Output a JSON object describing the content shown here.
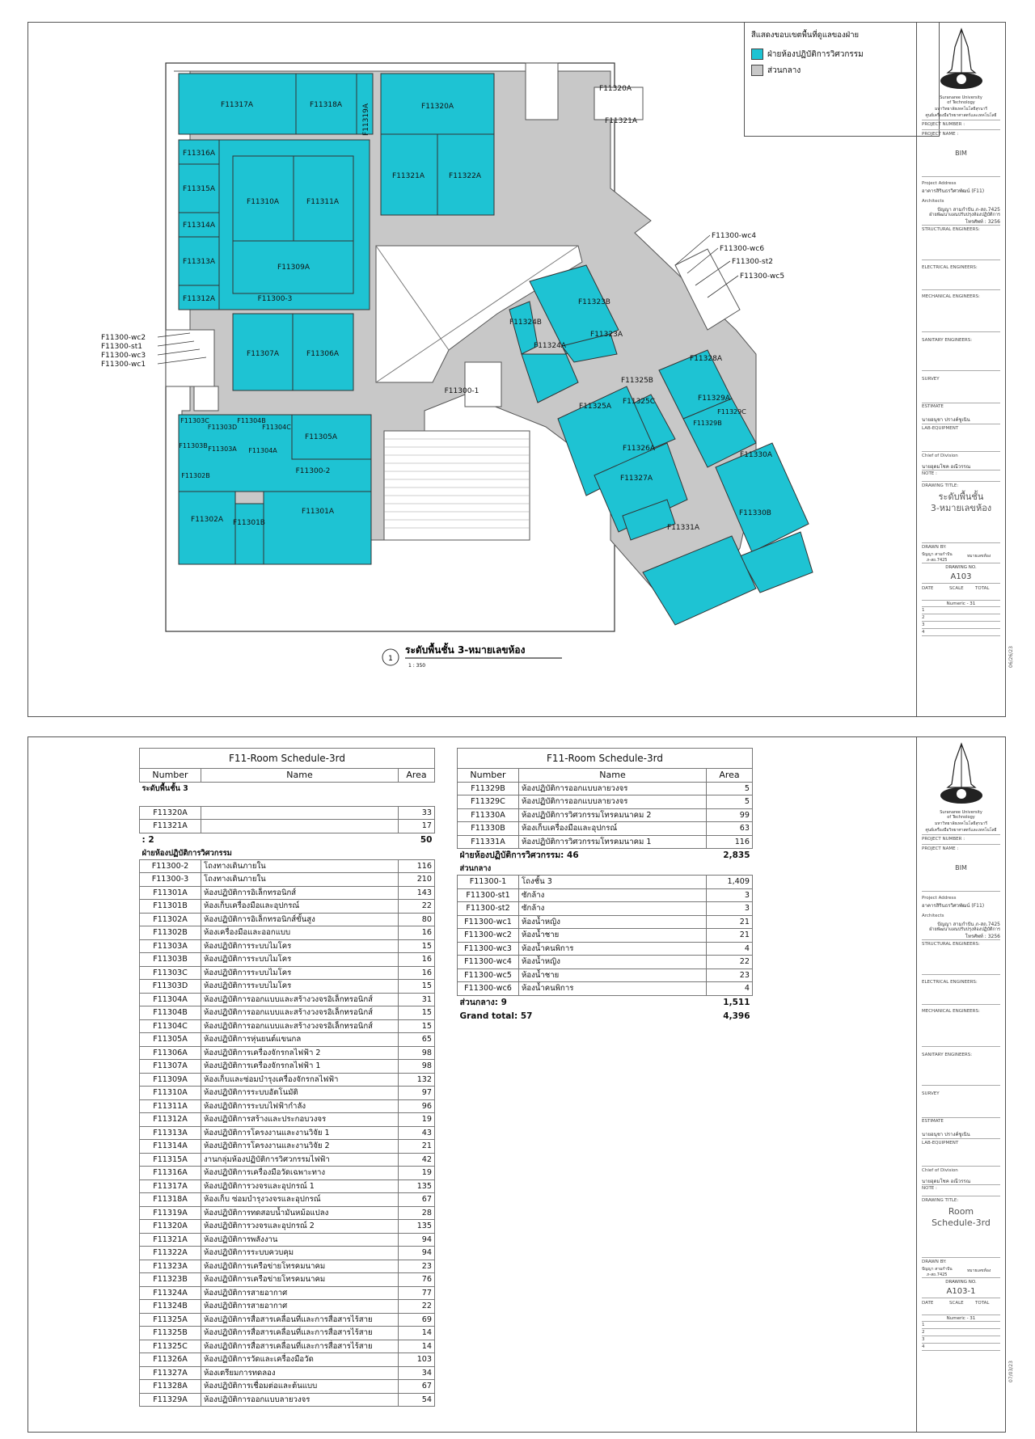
{
  "colors": {
    "engineering": "#1ec3d3",
    "common": "#c8c8c8",
    "line": "#333333"
  },
  "legend": {
    "title": "สีแสดงขอบเขตพื้นที่ดูแลของฝ่าย",
    "items": [
      "ฝ่ายห้องปฏิบัติการวิศวกรรม",
      "ส่วนกลาง"
    ]
  },
  "plan": {
    "rooms": [
      "F11317A",
      "F11318A",
      "F11319A",
      "F11320A",
      "F11320A",
      "F11321A",
      "F11316A",
      "F11315A",
      "F11310A",
      "F11311A",
      "F11321A",
      "F11322A",
      "F11314A",
      "F11313A",
      "F11309A",
      "F11312A",
      "F11300-3",
      "F11307A",
      "F11306A",
      "F11324B",
      "F11323B",
      "F11323A",
      "F11324A",
      "F11328A",
      "F11325B",
      "F11325C",
      "F11325A",
      "F11329A",
      "F11329C",
      "F11329B",
      "F11300-1",
      "F11303C",
      "F11303D",
      "F11304B",
      "F11304C",
      "F11305A",
      "F11303B",
      "F11303A",
      "F11304A",
      "F11300-2",
      "F11302B",
      "F11326A",
      "F11330A",
      "F11327A",
      "F11302A",
      "F11301B",
      "F11301A",
      "F11330B",
      "F11331A"
    ],
    "callouts_left": [
      "F11300-wc2",
      "F11300-st1",
      "F11300-wc3",
      "F11300-wc1"
    ],
    "callouts_right": [
      "F11300-wc4",
      "F11300-wc6",
      "F11300-st2",
      "F11300-wc5"
    ],
    "view_number": "1",
    "view_title": "ระดับพื้นชั้น 3-หมายเลขห้อง",
    "view_scale": "1 : 350"
  },
  "titleblock": {
    "org_line1": "Suranaree University",
    "org_line2": "of Technology",
    "org_thai1": "มหาวิทยาลัยเทคโนโลยีสุรนารี",
    "org_thai2": "ศูนย์เครื่องมือวิทยาศาสตร์และเทคโนโลยี",
    "project_number_label": "PROJECT NUMBER :",
    "project_name_label": "PROJECT NAME :",
    "project_name": "BIM",
    "address_label": "Project Address",
    "address": "อาคารสิรินธรวิศวพัฒน์ (F11)",
    "architects_label": "Architects",
    "architects": "ปัญญา สามกำปัน ภ-สถ.7425",
    "architects2": "ฝ่ายพัฒนาแผนปรับปรุงห้องปฏิบัติการ",
    "architects3": "โทรศัพท์ : 3256",
    "structural_label": "STRUCTURAL ENGINEERS:",
    "electrical_label": "ELECTRICAL ENGINEERS:",
    "mechanical_label": "MECHANICAL ENGINEERS:",
    "sanitary_label": "SANITARY ENGINEERS:",
    "survey_label": "SURVEY",
    "estimate_label": "ESTIMATE",
    "estimate": "นายอนุชา ปรางค์ชูเนิน",
    "lab_label": "LAB-EQUIPMENT",
    "chief_label": "Chief of Division",
    "chief": "นายอุดมโชค อณีวรรณ",
    "note_label": "NOTE :",
    "drawing_title_label": "DRAWING TITLE:",
    "drawn_by_label": "DRAWN BY:",
    "drawn_by": "ปัญญา สามกำปัน",
    "drawn_by2": "ภ-สถ.7425",
    "revision": "หมายเลขห้อง",
    "drawing_no_label": "DRAWING NO.",
    "date_label": "DATE",
    "scale_label": "SCALE",
    "total_label": "TOTAL",
    "numeric": "Numeric - 31",
    "rows": [
      "1",
      "2",
      "3",
      "4"
    ]
  },
  "sheet1": {
    "drawing_title1": "ระดับพื้นชั้น",
    "drawing_title2": "3-หมายเลขห้อง",
    "drawing_no": "A103",
    "date": "06/26/23"
  },
  "sheet2": {
    "drawing_title1": "Room",
    "drawing_title2": "Schedule-3rd",
    "drawing_no": "A103-1",
    "date": "07/03/23"
  },
  "schedule": {
    "title": "F11-Room Schedule-3rd",
    "headers": [
      "Number",
      "Name",
      "Area"
    ],
    "left": [
      {
        "t": "grp",
        "v": "ระดับพื้นชั้น 3"
      },
      {
        "t": "blank"
      },
      {
        "t": "row",
        "n": "F11320A",
        "name": "",
        "a": "33"
      },
      {
        "t": "row",
        "n": "F11321A",
        "name": "",
        "a": "17"
      },
      {
        "t": "sum",
        "l": ": 2",
        "a": "50"
      },
      {
        "t": "grp",
        "v": "ฝ่ายห้องปฏิบัติการวิศวกรรม"
      },
      {
        "t": "row",
        "n": "F11300-2",
        "name": "โถงทางเดินภายใน",
        "a": "116"
      },
      {
        "t": "row",
        "n": "F11300-3",
        "name": "โถงทางเดินภายใน",
        "a": "210"
      },
      {
        "t": "row",
        "n": "F11301A",
        "name": "ห้องปฏิบัติการอิเล็กทรอนิกส์",
        "a": "143"
      },
      {
        "t": "row",
        "n": "F11301B",
        "name": "ห้องเก็บเครื่องมือและอุปกรณ์",
        "a": "22"
      },
      {
        "t": "row",
        "n": "F11302A",
        "name": "ห้องปฏิบัติการอิเล็กทรอนิกส์ขั้นสูง",
        "a": "80"
      },
      {
        "t": "row",
        "n": "F11302B",
        "name": "ห้องเครื่องมือและออกแบบ",
        "a": "16"
      },
      {
        "t": "row",
        "n": "F11303A",
        "name": "ห้องปฏิบัติการระบบไมโคร",
        "a": "15"
      },
      {
        "t": "row",
        "n": "F11303B",
        "name": "ห้องปฏิบัติการระบบไมโคร",
        "a": "16"
      },
      {
        "t": "row",
        "n": "F11303C",
        "name": "ห้องปฏิบัติการระบบไมโคร",
        "a": "16"
      },
      {
        "t": "row",
        "n": "F11303D",
        "name": "ห้องปฏิบัติการระบบไมโคร",
        "a": "15"
      },
      {
        "t": "row",
        "n": "F11304A",
        "name": "ห้องปฏิบัติการออกแบบและสร้างวงจรอิเล็กทรอนิกส์",
        "a": "31"
      },
      {
        "t": "row",
        "n": "F11304B",
        "name": "ห้องปฏิบัติการออกแบบและสร้างวงจรอิเล็กทรอนิกส์",
        "a": "15"
      },
      {
        "t": "row",
        "n": "F11304C",
        "name": "ห้องปฏิบัติการออกแบบและสร้างวงจรอิเล็กทรอนิกส์",
        "a": "15"
      },
      {
        "t": "row",
        "n": "F11305A",
        "name": "ห้องปฏิบัติการหุ่นยนต์แขนกล",
        "a": "65"
      },
      {
        "t": "row",
        "n": "F11306A",
        "name": "ห้องปฏิบัติการเครื่องจักรกลไฟฟ้า 2",
        "a": "98"
      },
      {
        "t": "row",
        "n": "F11307A",
        "name": "ห้องปฏิบัติการเครื่องจักรกลไฟฟ้า 1",
        "a": "98"
      },
      {
        "t": "row",
        "n": "F11309A",
        "name": "ห้องเก็บและซ่อมบำรุงเครื่องจักรกลไฟฟ้า",
        "a": "132"
      },
      {
        "t": "row",
        "n": "F11310A",
        "name": "ห้องปฏิบัติการระบบอัตโนมัติ",
        "a": "97"
      },
      {
        "t": "row",
        "n": "F11311A",
        "name": "ห้องปฏิบัติการระบบไฟฟ้ากำลัง",
        "a": "96"
      },
      {
        "t": "row",
        "n": "F11312A",
        "name": "ห้องปฏิบัติการสร้างและประกอบวงจร",
        "a": "19"
      },
      {
        "t": "row",
        "n": "F11313A",
        "name": "ห้องปฏิบัติการโครงงานและงานวิจัย 1",
        "a": "43"
      },
      {
        "t": "row",
        "n": "F11314A",
        "name": "ห้องปฏิบัติการโครงงานและงานวิจัย 2",
        "a": "21"
      },
      {
        "t": "row",
        "n": "F11315A",
        "name": "งานกลุ่มห้องปฏิบัติการวิศวกรรมไฟฟ้า",
        "a": "42"
      },
      {
        "t": "row",
        "n": "F11316A",
        "name": "ห้องปฏิบัติการเครื่องมือวัดเฉพาะทาง",
        "a": "19"
      },
      {
        "t": "row",
        "n": "F11317A",
        "name": "ห้องปฏิบัติการวงจรและอุปกรณ์ 1",
        "a": "135"
      },
      {
        "t": "row",
        "n": "F11318A",
        "name": "ห้องเก็บ ซ่อมบำรุงวงจรและอุปกรณ์",
        "a": "67"
      },
      {
        "t": "row",
        "n": "F11319A",
        "name": "ห้องปฏิบัติการทดสอบน้ำมันหม้อแปลง",
        "a": "28"
      },
      {
        "t": "row",
        "n": "F11320A",
        "name": "ห้องปฏิบัติการวงจรและอุปกรณ์ 2",
        "a": "135"
      },
      {
        "t": "row",
        "n": "F11321A",
        "name": "ห้องปฏิบัติการพลังงาน",
        "a": "94"
      },
      {
        "t": "row",
        "n": "F11322A",
        "name": "ห้องปฏิบัติการระบบควบคุม",
        "a": "94"
      },
      {
        "t": "row",
        "n": "F11323A",
        "name": "ห้องปฏิบัติการเครือข่ายโทรคมนาคม",
        "a": "23"
      },
      {
        "t": "row",
        "n": "F11323B",
        "name": "ห้องปฏิบัติการเครือข่ายโทรคมนาคม",
        "a": "76"
      },
      {
        "t": "row",
        "n": "F11324A",
        "name": "ห้องปฏิบัติการสายอากาศ",
        "a": "77"
      },
      {
        "t": "row",
        "n": "F11324B",
        "name": "ห้องปฏิบัติการสายอากาศ",
        "a": "22"
      },
      {
        "t": "row",
        "n": "F11325A",
        "name": "ห้องปฏิบัติการสื่อสารเคลื่อนที่และการสื่อสารไร้สาย",
        "a": "69"
      },
      {
        "t": "row",
        "n": "F11325B",
        "name": "ห้องปฏิบัติการสื่อสารเคลื่อนที่และการสื่อสารไร้สาย",
        "a": "14"
      },
      {
        "t": "row",
        "n": "F11325C",
        "name": "ห้องปฏิบัติการสื่อสารเคลื่อนที่และการสื่อสารไร้สาย",
        "a": "14"
      },
      {
        "t": "row",
        "n": "F11326A",
        "name": "ห้องปฏิบัติการวัดและเครื่องมือวัด",
        "a": "103"
      },
      {
        "t": "row",
        "n": "F11327A",
        "name": "ห้องเตรียมการทดลอง",
        "a": "34"
      },
      {
        "t": "row",
        "n": "F11328A",
        "name": "ห้องปฏิบัติการเชื่อมต่อและต้นแบบ",
        "a": "67"
      },
      {
        "t": "row",
        "n": "F11329A",
        "name": "ห้องปฏิบัติการออกแบบลายวงจร",
        "a": "54"
      }
    ],
    "right": [
      {
        "t": "row",
        "n": "F11329B",
        "name": "ห้องปฏิบัติการออกแบบลายวงจร",
        "a": "5"
      },
      {
        "t": "row",
        "n": "F11329C",
        "name": "ห้องปฏิบัติการออกแบบลายวงจร",
        "a": "5"
      },
      {
        "t": "row",
        "n": "F11330A",
        "name": "ห้องปฏิบัติการวิศวกรรมโทรคมนาคม 2",
        "a": "99"
      },
      {
        "t": "row",
        "n": "F11330B",
        "name": "ห้องเก็บเครื่องมือและอุปกรณ์",
        "a": "63"
      },
      {
        "t": "row",
        "n": "F11331A",
        "name": "ห้องปฏิบัติการวิศวกรรมโทรคมนาคม 1",
        "a": "116"
      },
      {
        "t": "sum",
        "l": "ฝ่ายห้องปฏิบัติการวิศวกรรม: 46",
        "a": "2,835"
      },
      {
        "t": "grp",
        "v": "ส่วนกลาง"
      },
      {
        "t": "row",
        "n": "F11300-1",
        "name": "โถงชั้น 3",
        "a": "1,409"
      },
      {
        "t": "row",
        "n": "F11300-st1",
        "name": "ซักล้าง",
        "a": "3"
      },
      {
        "t": "row",
        "n": "F11300-st2",
        "name": "ซักล้าง",
        "a": "3"
      },
      {
        "t": "row",
        "n": "F11300-wc1",
        "name": "ห้องน้ำหญิง",
        "a": "21"
      },
      {
        "t": "row",
        "n": "F11300-wc2",
        "name": "ห้องน้ำชาย",
        "a": "21"
      },
      {
        "t": "row",
        "n": "F11300-wc3",
        "name": "ห้องน้ำคนพิการ",
        "a": "4"
      },
      {
        "t": "row",
        "n": "F11300-wc4",
        "name": "ห้องน้ำหญิง",
        "a": "22"
      },
      {
        "t": "row",
        "n": "F11300-wc5",
        "name": "ห้องน้ำชาย",
        "a": "23"
      },
      {
        "t": "row",
        "n": "F11300-wc6",
        "name": "ห้องน้ำคนพิการ",
        "a": "4"
      },
      {
        "t": "sum",
        "l": "ส่วนกลาง: 9",
        "a": "1,511"
      },
      {
        "t": "sum",
        "l": "Grand total: 57",
        "a": "4,396"
      }
    ]
  }
}
